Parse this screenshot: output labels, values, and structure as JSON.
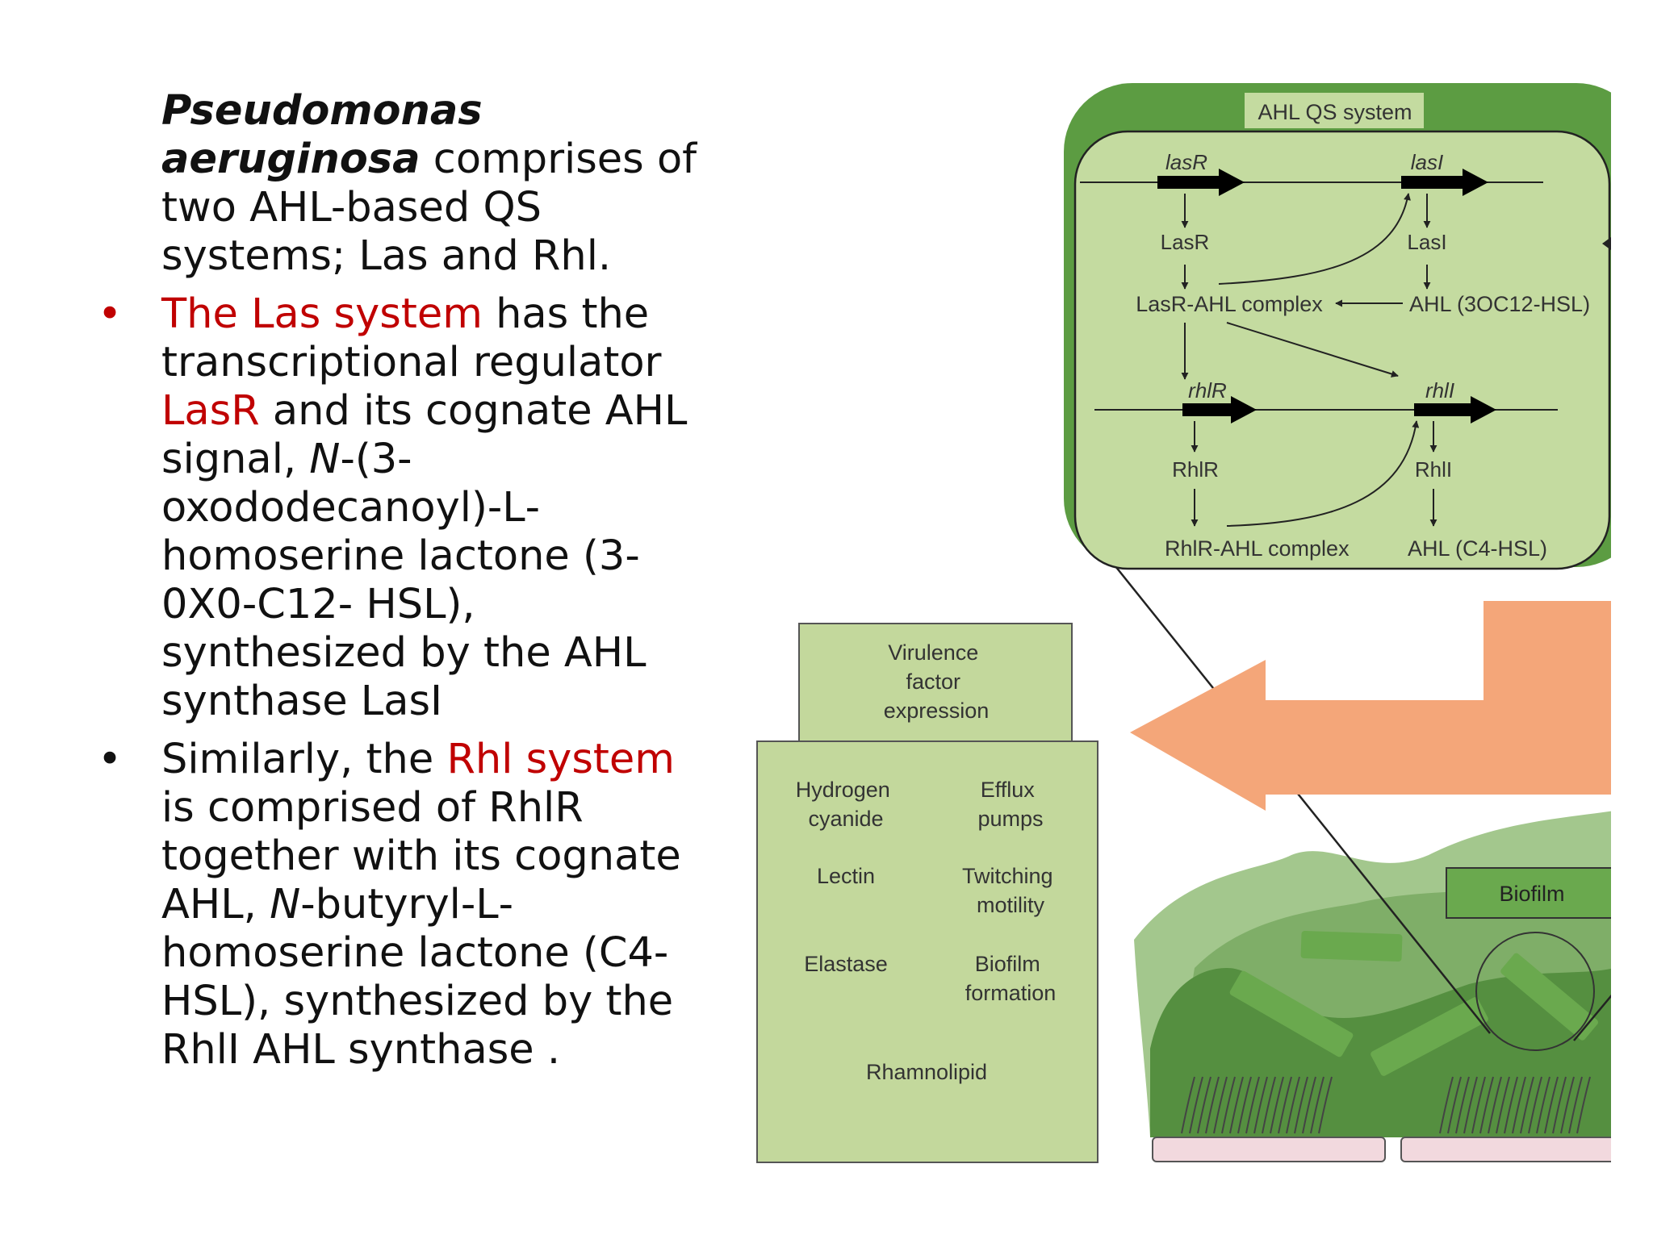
{
  "text": {
    "intro": {
      "species": "Pseudomonas aeruginosa",
      "rest": " comprises of two AHL-based QS systems; Las and Rhl."
    },
    "bullet1": {
      "highlight": "The Las system",
      "a": "  has the transcriptional regulator ",
      "lasr": "LasR",
      "b": " and its cognate AHL signal, ",
      "n": "N",
      "c": "-(3-oxododecanoyl)-",
      "l": "L",
      "d": "-homoserine lactone (3-0X0-C12- HSL), synthesized by the AHL synthase LasI"
    },
    "bullet2": {
      "a": "Similarly, the ",
      "highlight": "Rhl system",
      "b": " is comprised of RhlR together with its cognate AHL, ",
      "n": "N",
      "c": "-butyryl-",
      "l": "L",
      "d": "-homoserine lactone (C4-HSL), synthesized by the RhlI AHL synthase ."
    }
  },
  "diagram": {
    "qs_label": "AHL QS system",
    "genes": {
      "lasR": "lasR",
      "lasI": "lasI",
      "rhlR": "rhlR",
      "rhlI": "rhlI"
    },
    "proteins": {
      "LasR": "LasR",
      "LasI": "LasI",
      "RhlR": "RhlR",
      "RhlI": "RhlI"
    },
    "complexes": {
      "las": "LasR-AHL complex",
      "rhl": "RhlR-AHL complex"
    },
    "signals": {
      "las": "AHL (3OC12-HSL)",
      "rhl": "AHL (C4-HSL)"
    },
    "virulence_title": [
      "Virulence",
      "factor",
      "expression"
    ],
    "factors": {
      "hcn": [
        "Hydrogen",
        "cyanide"
      ],
      "efflux": [
        "Efflux",
        "pumps"
      ],
      "lectin": [
        "Lectin"
      ],
      "twitching": [
        "Twitching",
        "motility"
      ],
      "elastase": [
        "Elastase"
      ],
      "biofilm_formation": [
        "Biofilm",
        "formation"
      ],
      "rhamnolipid": [
        "Rhamnolipid"
      ]
    },
    "biofilm_label": "Biofilm"
  },
  "colors": {
    "dark_green": "#5c9c42",
    "inner_green": "#c4dba0",
    "box_green": "#c3d89c",
    "biofilm_green": "#6aa94e",
    "salmon": "#f4a679",
    "accent_red": "#c00000"
  }
}
